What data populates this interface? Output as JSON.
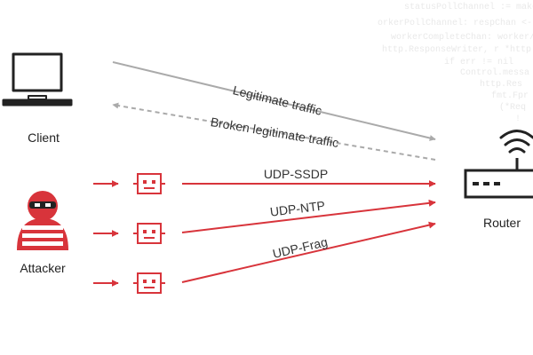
{
  "background_code": [
    "statusPollChannel := make(c",
    "orkerPollChannel: respChan <- wo",
    "workerCompleteChan: worker/",
    "http.ResponseWriter, r *http.R",
    "if err != nil",
    "Control.messa",
    "http.Res",
    "fmt.Fpr",
    "(*Req",
    "!"
  ],
  "nodes": {
    "client": "Client",
    "attacker": "Attacker",
    "router": "Router"
  },
  "flows": {
    "legitimate": "Legitimate traffic",
    "broken": "Broken legitimate traffic",
    "ssdp": "UDP-SSDP",
    "ntp": "UDP-NTP",
    "frag": "UDP-Frag"
  },
  "colors": {
    "attack": "#d8343b",
    "gray": "#aaaaaa",
    "ink": "#222222",
    "code": "#e9e9e9"
  }
}
